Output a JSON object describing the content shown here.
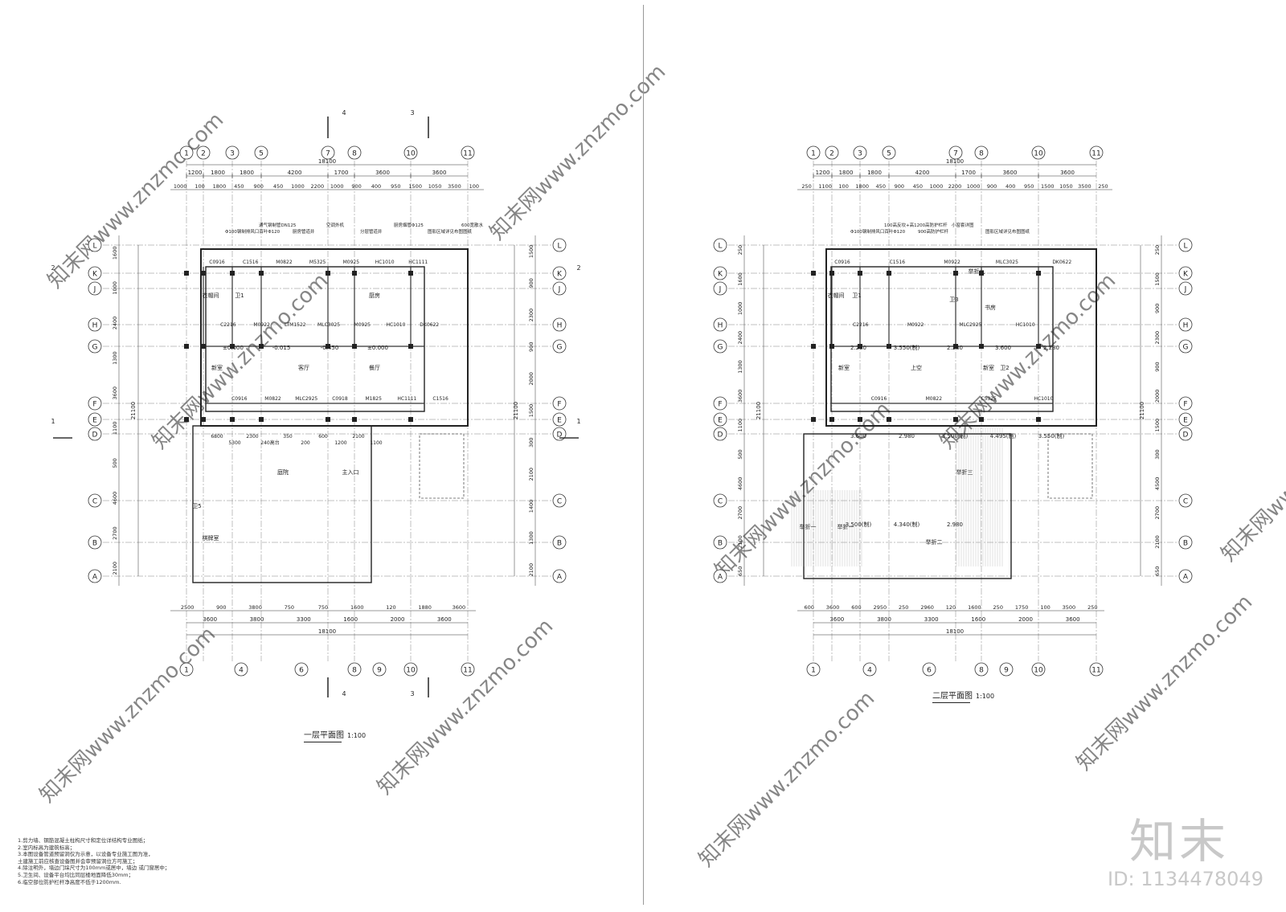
{
  "plans": [
    {
      "title": "一层平面图",
      "scale": "1:100",
      "top_axes": [
        "1",
        "2",
        "3",
        "5",
        "7",
        "8",
        "10",
        "11"
      ],
      "bottom_axes": [
        "1",
        "4",
        "6",
        "8",
        "9",
        "10",
        "11"
      ],
      "row_axes": [
        "L",
        "K",
        "J",
        "H",
        "G",
        "F",
        "E",
        "D",
        "C",
        "B",
        "A"
      ],
      "total_width": "18100",
      "top_dims_1": [
        "1200",
        "1800",
        "1800",
        "4200",
        "1700",
        "3600",
        "3600"
      ],
      "top_dims_2": [
        "1000",
        "100",
        "1800",
        "450",
        "900",
        "450",
        "1000",
        "2200",
        "1000",
        "900",
        "400",
        "950",
        "1500",
        "1050",
        "3500",
        "100"
      ],
      "bottom_dims_1": [
        "2500",
        "900",
        "3800",
        "750",
        "750",
        "1600",
        "120",
        "1880",
        "3600"
      ],
      "bottom_dims_2": [
        "3600",
        "3800",
        "3300",
        "1600",
        "2000",
        "3600"
      ],
      "left_dims": [
        "1600",
        "1000",
        "2400",
        "1300",
        "3600",
        "1100",
        "500",
        "4600",
        "2700",
        "2100"
      ],
      "right_dims": [
        "1500",
        "900",
        "2300",
        "900",
        "2000",
        "1500",
        "300",
        "2100",
        "1400",
        "1300",
        "2100"
      ],
      "total_height": "21100",
      "section_marks": [
        "4",
        "3",
        "4",
        "3",
        "2",
        "2",
        "1",
        "1"
      ],
      "rooms": [
        "衣帽间",
        "卫1",
        "厨房",
        "新室",
        "客厅",
        "餐厅",
        "庭院",
        "主入口",
        "卫5",
        "棋牌室"
      ],
      "labels": [
        "C0916",
        "C2216",
        "C0916",
        "C1516",
        "M0922",
        "M0822",
        "M0822",
        "LTM1522",
        "MLC2925",
        "M5325",
        "MLC3025",
        "C0918",
        "M0925",
        "M0925",
        "M1825",
        "HC1010",
        "HC1010",
        "HC1111",
        "HC1111",
        "DK0622",
        "C1516"
      ],
      "levels": [
        "±0.000",
        "-0.015",
        "-0.450",
        "±0.000"
      ],
      "notes_top": [
        "Φ100钢制排风口百叶Φ120",
        "通气钢制管DN125",
        "厨房管道井",
        "空调外机",
        "分层管道井",
        "厨房烟管Φ125",
        "图影区域详见布图图纸",
        "600宽散水"
      ],
      "dims_misc": [
        "6800",
        "5300",
        "2300",
        "240高台",
        "350",
        "200",
        "600",
        "1200",
        "2100",
        "1100"
      ]
    },
    {
      "title": "二层平面图",
      "scale": "1:100",
      "top_axes": [
        "1",
        "2",
        "3",
        "5",
        "7",
        "8",
        "10",
        "11"
      ],
      "bottom_axes": [
        "1",
        "4",
        "6",
        "8",
        "9",
        "10",
        "11"
      ],
      "row_axes": [
        "L",
        "K",
        "J",
        "H",
        "G",
        "F",
        "E",
        "D",
        "C",
        "B",
        "A"
      ],
      "total_width": "18100",
      "top_dims_1": [
        "1200",
        "1800",
        "1800",
        "4200",
        "1700",
        "3600",
        "3600"
      ],
      "top_dims_2": [
        "250",
        "1100",
        "100",
        "1800",
        "450",
        "900",
        "450",
        "1000",
        "2200",
        "1000",
        "900",
        "400",
        "950",
        "1500",
        "1050",
        "3500",
        "250"
      ],
      "bottom_dims_1": [
        "600",
        "3600",
        "600",
        "2950",
        "250",
        "2960",
        "120",
        "1600",
        "250",
        "1750",
        "100",
        "3500",
        "250"
      ],
      "bottom_dims_2": [
        "3600",
        "3800",
        "3300",
        "1600",
        "2000",
        "3600"
      ],
      "left_dims": [
        "250",
        "1600",
        "1000",
        "2400",
        "1300",
        "3600",
        "1100",
        "500",
        "4600",
        "2700",
        "2100",
        "650"
      ],
      "right_dims": [
        "250",
        "1500",
        "900",
        "2300",
        "900",
        "2000",
        "1500",
        "300",
        "4500",
        "2700",
        "2100",
        "650"
      ],
      "total_height": "21100",
      "rooms": [
        "衣帽间",
        "卫1",
        "书房",
        "新室",
        "上空",
        "新室",
        "卫3",
        "卫2"
      ],
      "labels": [
        "C0916",
        "C2216",
        "C0916",
        "C1516",
        "M0922",
        "M0822",
        "M0922",
        "MLC2925",
        "C5325",
        "MLC3025",
        "HC1010",
        "HC1010",
        "DK0622"
      ],
      "roof_labels": [
        "举折九",
        "举折一",
        "举折一",
        "举折二",
        "举折三"
      ],
      "levels": [
        "2.280",
        "3.550(制)",
        "2.280",
        "3.600",
        "2.280",
        "3.600",
        "2.980",
        "3.500(制)",
        "4.495(制)",
        "3.550(制)",
        "3.500(制)",
        "4.340(制)",
        "2.980"
      ],
      "notes_top": [
        "Φ100钢制排风口百叶Φ120",
        "100高反坎+高1200高防护栏杆",
        "900高防护栏杆",
        "小窗套详图",
        "图影区域详见布图图纸"
      ]
    }
  ],
  "notes": [
    "1.剪力墙、钢筋混凝土柱构尺寸和定位详结构专业图纸；",
    "2.室内标高为建筑标高；",
    "3.本图设备管道预留洞仅为示意，以设备专业施工图为准，",
    "  土建施工前应核查设备图并会审预留洞位方可施工；",
    "4.除注明外，墙边门垛尺寸为100mm或居中，墙边 或门窗居中；",
    "5.卫生间、设备平台均比同层楼地面降低30mm；",
    "6.临空部位防护栏杆净高度不低于1200mm."
  ],
  "brand": "知末",
  "brand_id": "ID: 1134478049",
  "watermark": "知末网www.znzmo.com"
}
